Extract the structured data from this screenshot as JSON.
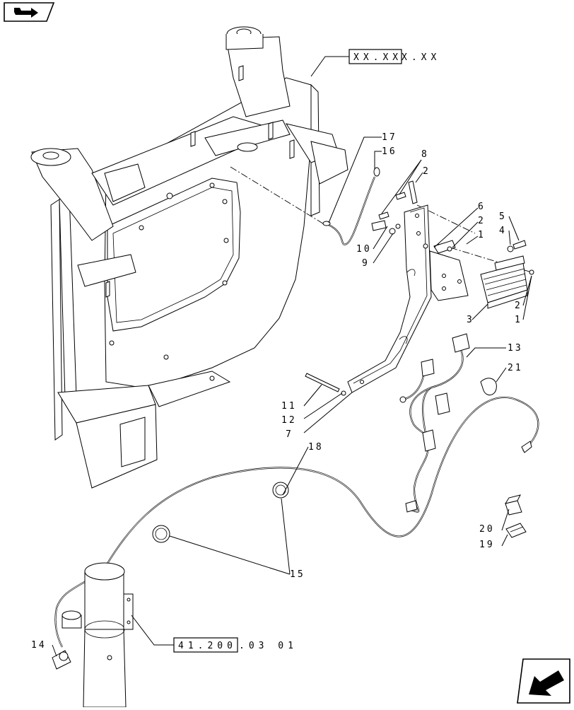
{
  "refs": {
    "top": {
      "boxed": "XX.XX",
      "rest": "X.XX"
    },
    "bottom": {
      "boxed": "41.200",
      "rest": ".03 01"
    }
  },
  "callouts": [
    {
      "id": "c17",
      "text": "17"
    },
    {
      "id": "c16",
      "text": "16"
    },
    {
      "id": "c8",
      "text": "8"
    },
    {
      "id": "c2a",
      "text": "2"
    },
    {
      "id": "c10",
      "text": "10"
    },
    {
      "id": "c9",
      "text": "9"
    },
    {
      "id": "c6",
      "text": "6"
    },
    {
      "id": "c2b",
      "text": "2"
    },
    {
      "id": "c1a",
      "text": "1"
    },
    {
      "id": "c5",
      "text": "5"
    },
    {
      "id": "c4",
      "text": "4"
    },
    {
      "id": "c3",
      "text": "3"
    },
    {
      "id": "c2c",
      "text": "2"
    },
    {
      "id": "c1b",
      "text": "1"
    },
    {
      "id": "c13",
      "text": "13"
    },
    {
      "id": "c21",
      "text": "21"
    },
    {
      "id": "c11",
      "text": "11"
    },
    {
      "id": "c12",
      "text": "12"
    },
    {
      "id": "c7",
      "text": "7"
    },
    {
      "id": "c18",
      "text": "18"
    },
    {
      "id": "c20",
      "text": "20"
    },
    {
      "id": "c19",
      "text": "19"
    },
    {
      "id": "c15",
      "text": "15"
    },
    {
      "id": "c14",
      "text": "14"
    }
  ],
  "nav": {
    "top_left": "book-arrow-icon",
    "bottom_right": "next-page-arrow-icon"
  }
}
